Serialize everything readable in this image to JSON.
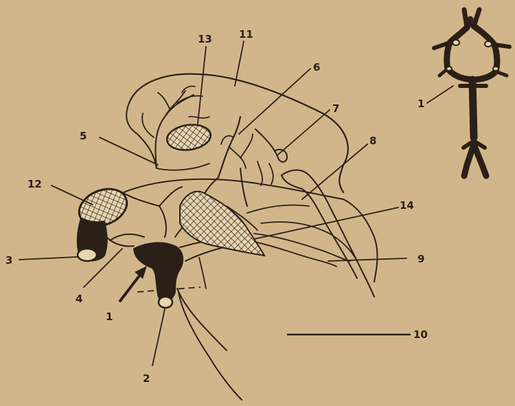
{
  "colors": {
    "paper": "#d2b68b",
    "ink": "#2b2017"
  },
  "labels": {
    "l1": "1",
    "l1_inset": "1",
    "l2": "2",
    "l3": "3",
    "l4": "4",
    "l5": "5",
    "l6": "6",
    "l7": "7",
    "l8": "8",
    "l9": "9",
    "l10": "10",
    "l11": "11",
    "l12": "12",
    "l13": "13",
    "l14": "14"
  }
}
